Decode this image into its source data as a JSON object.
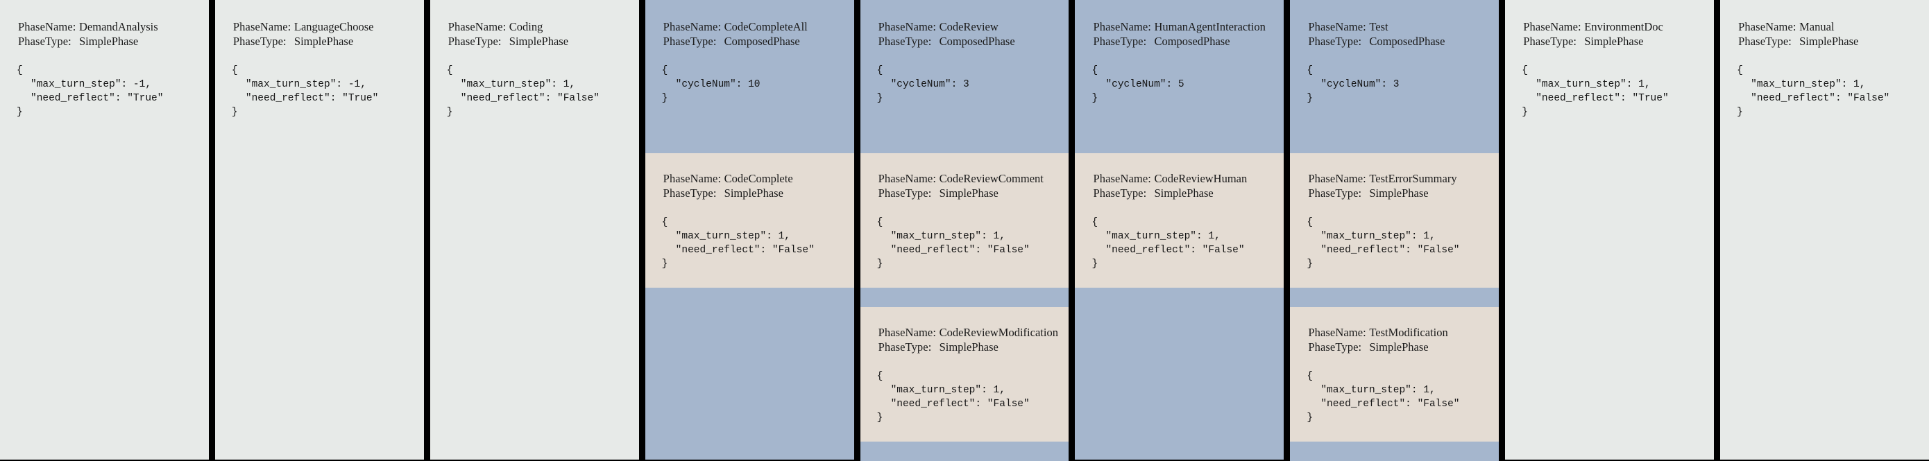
{
  "labels": {
    "phase_name_key": "PhaseName:",
    "phase_type_key": "PhaseType:",
    "brace_open": "{",
    "brace_close": "}"
  },
  "colors": {
    "background": "#000000",
    "simple_phase_bg": "#e7eae8",
    "composed_phase_bg": "#a5b6cd",
    "sub_phase_bg": "#e4dcd3",
    "text": "#1b1b1b"
  },
  "phases": [
    {
      "name": "DemandAnalysis",
      "type": "SimplePhase",
      "config_lines": [
        "\"max_turn_step\": -1,",
        "\"need_reflect\": \"True\""
      ],
      "subphases": []
    },
    {
      "name": "LanguageChoose",
      "type": "SimplePhase",
      "config_lines": [
        "\"max_turn_step\": -1,",
        "\"need_reflect\": \"True\""
      ],
      "subphases": []
    },
    {
      "name": "Coding",
      "type": "SimplePhase",
      "config_lines": [
        "\"max_turn_step\": 1,",
        "\"need_reflect\": \"False\""
      ],
      "subphases": []
    },
    {
      "name": "CodeCompleteAll",
      "type": "ComposedPhase",
      "config_lines": [
        "\"cycleNum\": 10"
      ],
      "subphases": [
        {
          "name": "CodeComplete",
          "type": "SimplePhase",
          "config_lines": [
            "\"max_turn_step\": 1,",
            "\"need_reflect\": \"False\""
          ]
        }
      ]
    },
    {
      "name": "CodeReview",
      "type": "ComposedPhase",
      "config_lines": [
        "\"cycleNum\": 3"
      ],
      "subphases": [
        {
          "name": "CodeReviewComment",
          "type": "SimplePhase",
          "config_lines": [
            "\"max_turn_step\": 1,",
            "\"need_reflect\": \"False\""
          ]
        },
        {
          "name": "CodeReviewModification",
          "type": "SimplePhase",
          "config_lines": [
            "\"max_turn_step\": 1,",
            "\"need_reflect\": \"False\""
          ]
        }
      ]
    },
    {
      "name": "HumanAgentInteraction",
      "type": "ComposedPhase",
      "config_lines": [
        "\"cycleNum\": 5"
      ],
      "subphases": [
        {
          "name": "CodeReviewHuman",
          "type": "SimplePhase",
          "config_lines": [
            "\"max_turn_step\": 1,",
            "\"need_reflect\": \"False\""
          ]
        }
      ]
    },
    {
      "name": "Test",
      "type": "ComposedPhase",
      "config_lines": [
        "\"cycleNum\": 3"
      ],
      "subphases": [
        {
          "name": "TestErrorSummary",
          "type": "SimplePhase",
          "config_lines": [
            "\"max_turn_step\": 1,",
            "\"need_reflect\": \"False\""
          ]
        },
        {
          "name": "TestModification",
          "type": "SimplePhase",
          "config_lines": [
            "\"max_turn_step\": 1,",
            "\"need_reflect\": \"False\""
          ]
        }
      ]
    },
    {
      "name": "EnvironmentDoc",
      "type": "SimplePhase",
      "config_lines": [
        "\"max_turn_step\": 1,",
        "\"need_reflect\": \"True\""
      ],
      "subphases": []
    },
    {
      "name": "Manual",
      "type": "SimplePhase",
      "config_lines": [
        "\"max_turn_step\": 1,",
        "\"need_reflect\": \"False\""
      ],
      "subphases": []
    }
  ]
}
